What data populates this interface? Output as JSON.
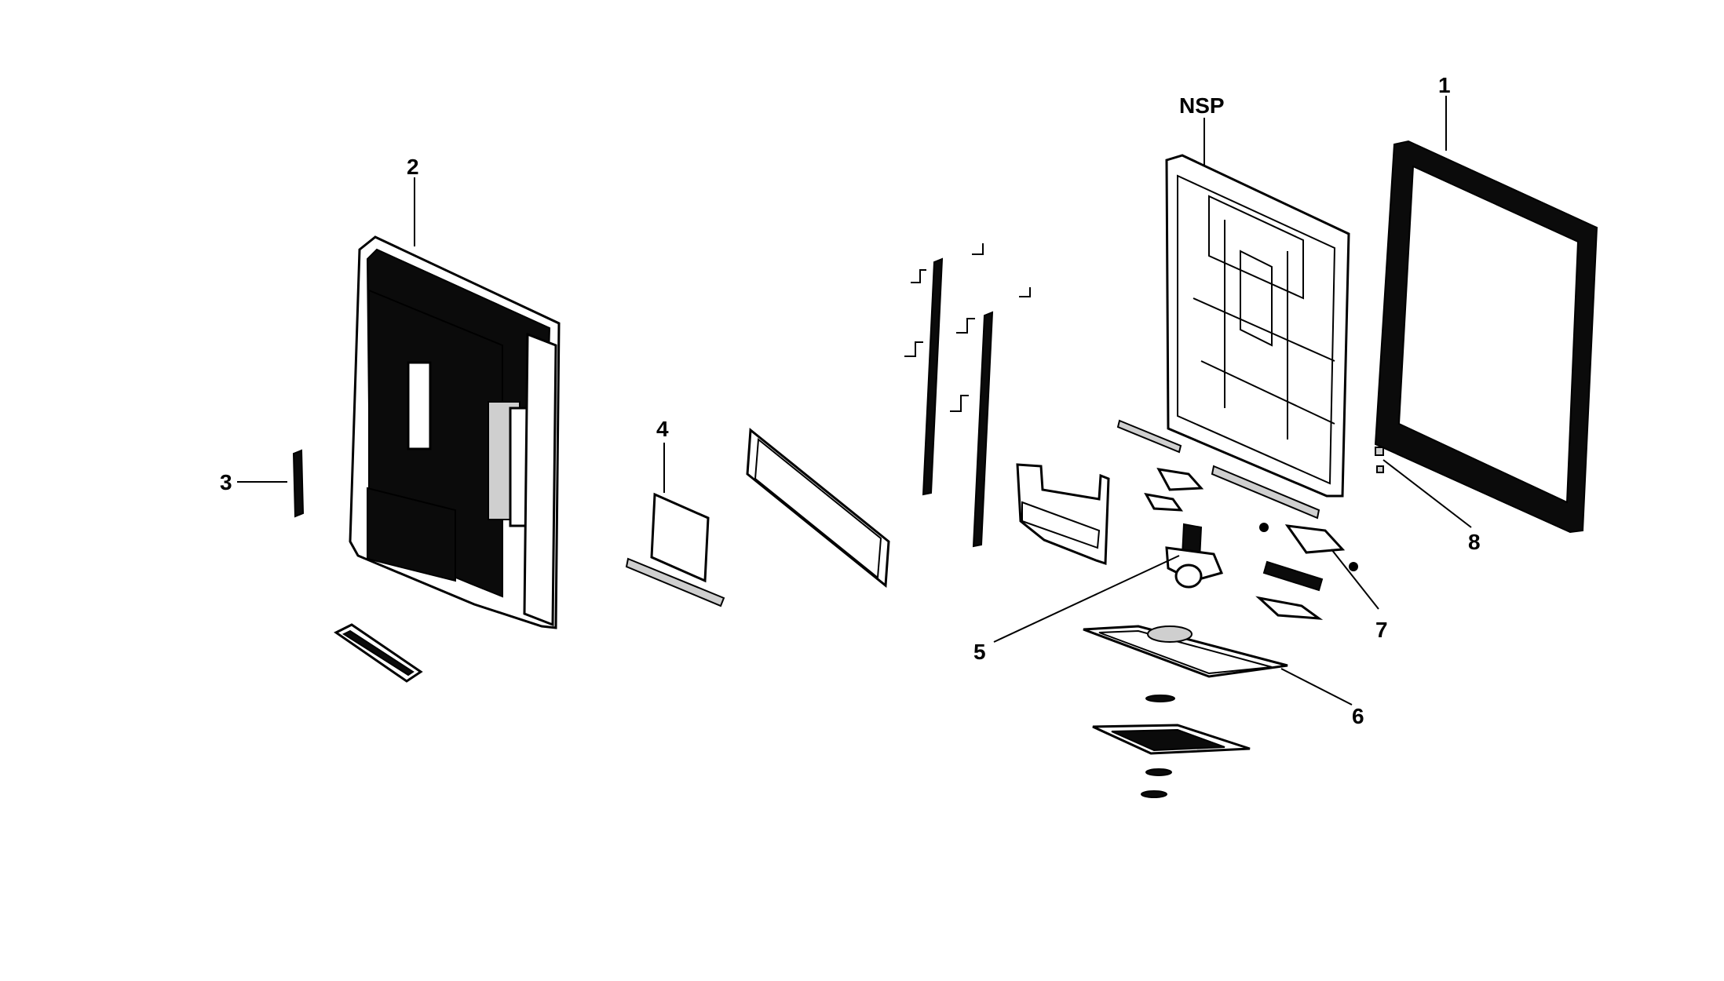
{
  "diagram": {
    "callouts": {
      "c1": "1",
      "c2": "2",
      "c3": "3",
      "c4": "4",
      "c5": "5",
      "c6": "6",
      "c7": "7",
      "c8": "8",
      "nsp": "NSP"
    }
  }
}
